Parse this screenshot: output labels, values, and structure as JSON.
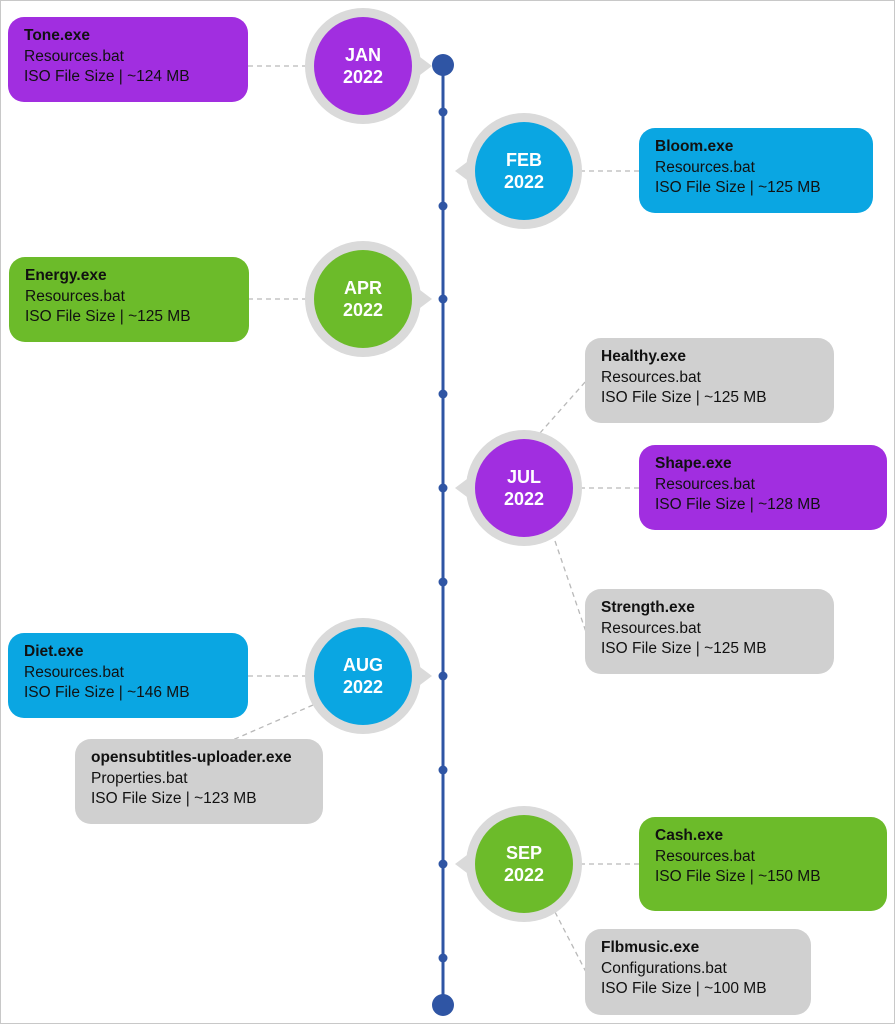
{
  "colors": {
    "purple": "#a12ee0",
    "blue": "#0aa6e2",
    "green": "#6cbb2a",
    "gray": "#d0d0d0",
    "timeline": "#2f55a4",
    "ring": "#dadada"
  },
  "milestones": [
    {
      "month": "JAN",
      "year": "2022"
    },
    {
      "month": "FEB",
      "year": "2022"
    },
    {
      "month": "APR",
      "year": "2022"
    },
    {
      "month": "JUL",
      "year": "2022"
    },
    {
      "month": "AUG",
      "year": "2022"
    },
    {
      "month": "SEP",
      "year": "2022"
    }
  ],
  "cards": [
    {
      "name": "Tone.exe",
      "file": "Resources.bat",
      "size": "ISO File Size | ~124 MB"
    },
    {
      "name": "Bloom.exe",
      "file": "Resources.bat",
      "size": "ISO File Size | ~125 MB"
    },
    {
      "name": "Energy.exe",
      "file": "Resources.bat",
      "size": "ISO File Size | ~125 MB"
    },
    {
      "name": "Healthy.exe",
      "file": "Resources.bat",
      "size": "ISO File Size | ~125 MB"
    },
    {
      "name": "Shape.exe",
      "file": "Resources.bat",
      "size": "ISO File Size | ~128 MB"
    },
    {
      "name": "Strength.exe",
      "file": "Resources.bat",
      "size": "ISO File Size | ~125 MB"
    },
    {
      "name": "Diet.exe",
      "file": "Resources.bat",
      "size": "ISO File Size | ~146 MB"
    },
    {
      "name": "opensubtitles-uploader.exe",
      "file": "Properties.bat",
      "size": "ISO File Size | ~123 MB"
    },
    {
      "name": "Cash.exe",
      "file": "Resources.bat",
      "size": "ISO File Size | ~150 MB"
    },
    {
      "name": "Flbmusic.exe",
      "file": "Configurations.bat",
      "size": "ISO File Size | ~100 MB"
    }
  ]
}
